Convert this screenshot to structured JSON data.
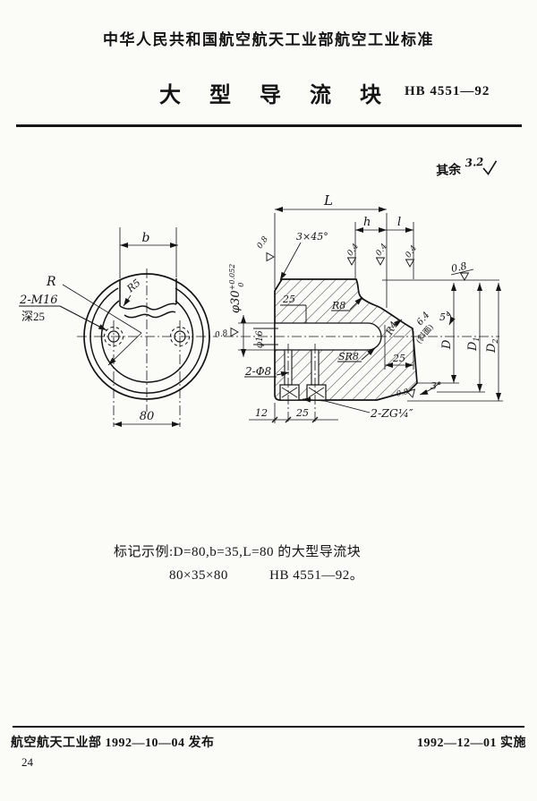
{
  "header": {
    "standard_caption": "中华人民共和国航空航天工业部航空工业标准",
    "title": "大 型 导 流 块",
    "code": "HB 4551—92"
  },
  "drawing": {
    "general_note_prefix": "其余",
    "general_note_value": "3.2",
    "left_view": {
      "dim_b": "b",
      "dim_80": "80",
      "radius_label": "R",
      "thread_note": "2-M16",
      "depth_note": "深25",
      "slot_radius": "R5"
    },
    "section": {
      "dim_L": "L",
      "dim_h": "h",
      "dim_l": "l",
      "chamfer": "3×45°",
      "rough_left": "0.8",
      "rough_04_a": "0.4",
      "rough_04_b": "0.4",
      "rough_04_c": "0.4",
      "rough_top": "0.8",
      "bore_dia": "φ30",
      "bore_tol_up": "+0.052",
      "bore_tol_lo": "0",
      "rough_bore": "0.8",
      "stem_dia": "φ16",
      "step_dim": "25",
      "fillet_r8": "R8",
      "fillet_r4": "R4",
      "rough_cone": "6.4",
      "cone_face_note": "(斜面)",
      "angle_5": "5°",
      "sphere_radius": "SR8",
      "nose_dim": "25",
      "holes_note": "2-Φ8",
      "dim_12": "12",
      "dim_25": "25",
      "pipe_thread": "2-ZG¼″",
      "rough_bottom": "0.8",
      "angle_3": "3°",
      "dim_D": "D",
      "dim_D1": "D",
      "dim_D1_sub": "1",
      "dim_D2": "D",
      "dim_D2_sub": "2"
    }
  },
  "example": {
    "line1": "标记示例:D=80,b=35,L=80 的大型导流块",
    "line2_size": "80×35×80",
    "line2_code": "HB 4551—92。"
  },
  "footer": {
    "issue": "航空航天工业部 1992—10—04 发布",
    "implement": "1992—12—01 实施",
    "page": "24"
  }
}
